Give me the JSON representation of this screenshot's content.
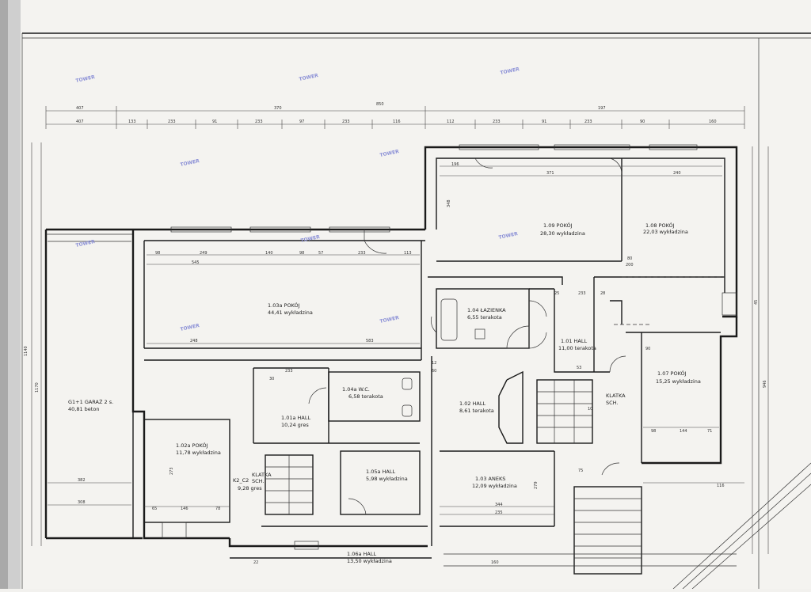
{
  "rooms": [
    {
      "id": "r109",
      "name": "1.09  POKÓJ",
      "area": "28,30  wykładzina"
    },
    {
      "id": "r108",
      "name": "1.08  POKÓJ",
      "area": "22,03  wykładzina"
    },
    {
      "id": "r103a",
      "name": "1.03a  POKÓJ",
      "area": "44,41  wykładzina"
    },
    {
      "id": "r104",
      "name": "1.04  ŁAZIENKA",
      "area": "6,55  terakota"
    },
    {
      "id": "r101",
      "name": "1.01  HALL",
      "area": "11,00  terakota"
    },
    {
      "id": "r107",
      "name": "1.07  POKÓJ",
      "area": "15,25  wykładzina"
    },
    {
      "id": "garage",
      "name": "G1+1  GARAŻ 2 s.",
      "area": "40,81  beton"
    },
    {
      "id": "r104a",
      "name": "1.04a  W.C.",
      "area": "6,58  terakota"
    },
    {
      "id": "r101a",
      "name": "1.01a  HALL",
      "area": "10,24  gres"
    },
    {
      "id": "r102",
      "name": "1.02  HALL",
      "area": "8,61  terakota"
    },
    {
      "id": "klatka1",
      "name": "KLATKA",
      "area": "SCH."
    },
    {
      "id": "r102a",
      "name": "1.02a  POKÓJ",
      "area": "11,78  wykładzina"
    },
    {
      "id": "k2",
      "name": "KLATKA",
      "area": "SCH."
    },
    {
      "id": "k2c2",
      "name": "K2_C2",
      "area": "9,28  gres"
    },
    {
      "id": "r105",
      "name": "1.05a  HALL",
      "area": "5,98  wykładzina"
    },
    {
      "id": "r103",
      "name": "1.03  ANEKS",
      "area": "12,09  wykładzina"
    },
    {
      "id": "r106",
      "name": "1.06a  HALL",
      "area": "13,50  wykładzina"
    }
  ],
  "dimensions": {
    "top1": [
      "407",
      "370",
      "850",
      "197"
    ],
    "top2": [
      "407",
      "133",
      "233",
      "91",
      "233",
      "97",
      "233",
      "116",
      "112",
      "233",
      "91",
      "233",
      "90",
      "160"
    ],
    "r109": [
      "196",
      "371",
      "240"
    ],
    "r108": [
      "348"
    ],
    "r103a": [
      "98",
      "249",
      "140",
      "98",
      "57",
      "233",
      "113",
      "545",
      "248",
      "583"
    ],
    "garage_v": [
      "1140",
      "1170",
      "382",
      "308"
    ],
    "r102a": [
      "65",
      "146",
      "78",
      "273"
    ],
    "r103": [
      "344",
      "235",
      "279"
    ],
    "r107": [
      "98",
      "144",
      "71"
    ],
    "right_v": [
      "116",
      "946",
      "45"
    ],
    "misc": [
      "200",
      "80",
      "90",
      "233",
      "25",
      "28",
      "60",
      "12",
      "30",
      "10",
      "53",
      "233",
      "75",
      "22",
      "160"
    ]
  },
  "watermark": "TOWER"
}
